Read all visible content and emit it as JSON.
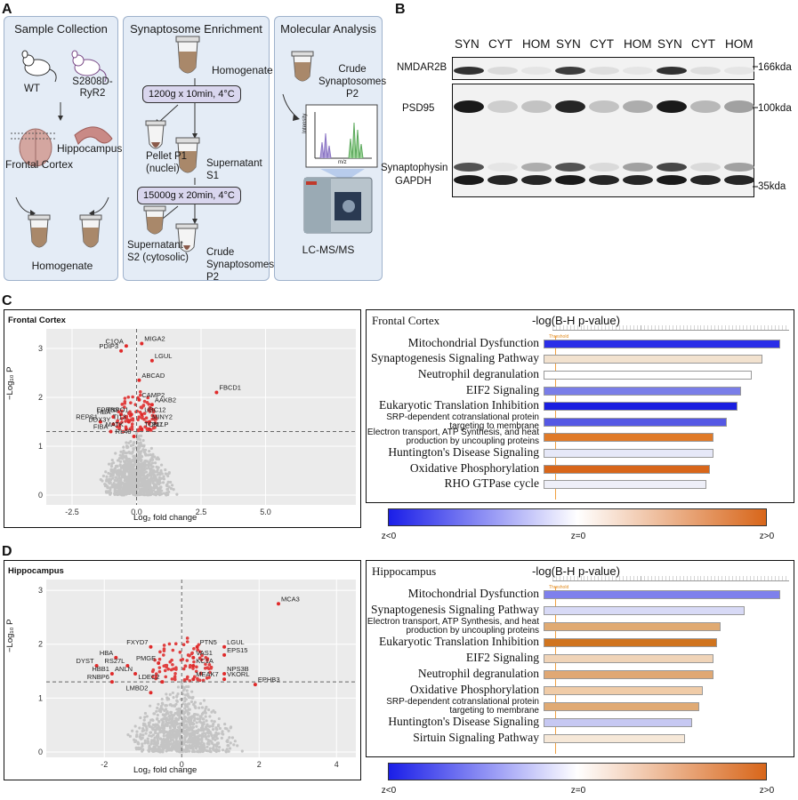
{
  "panels": {
    "a": "A",
    "b": "B",
    "c": "C",
    "d": "D"
  },
  "a": {
    "sample": {
      "title": "Sample Collection",
      "wt": "WT",
      "mut": "S2808D-\nRyR2",
      "frontal": "Frontal Cortex",
      "hippo": "Hippocampus",
      "homog": "Homogenate"
    },
    "syn": {
      "title": "Synaptosome Enrichment",
      "homog": "Homogenate",
      "spin1": "1200g x 10min, 4°C",
      "p1": "Pellet P1\n(nuclei)",
      "s1": "Supernatant\nS1",
      "spin2": "15000g x 20min, 4°C",
      "s2": "Supernatant\nS2 (cytosolic)",
      "p2": "Crude\nSynaptosomes\nP2"
    },
    "mol": {
      "title": "Molecular Analysis",
      "p2": "Crude\nSynaptosomes\nP2",
      "ylab": "Intensity",
      "xlab": "m/z",
      "lcms": "LC-MS/MS"
    }
  },
  "b": {
    "lanes": [
      "SYN",
      "CYT",
      "HOM",
      "SYN",
      "CYT",
      "HOM",
      "SYN",
      "CYT",
      "HOM"
    ],
    "proteins": [
      "NMDAR2B",
      "PSD95",
      "Synaptophysin",
      "GAPDH"
    ],
    "markers": [
      "166kda",
      "100kda",
      "35kda"
    ],
    "bands": {
      "nmdar2b": [
        0.85,
        0.1,
        0.05,
        0.8,
        0.08,
        0.05,
        0.85,
        0.08,
        0.05
      ],
      "psd95": [
        0.95,
        0.15,
        0.2,
        0.9,
        0.2,
        0.3,
        0.95,
        0.25,
        0.35
      ],
      "syp": [
        0.7,
        0.05,
        0.3,
        0.7,
        0.1,
        0.35,
        0.75,
        0.1,
        0.35
      ],
      "gapdh": [
        0.95,
        0.9,
        0.9,
        0.95,
        0.9,
        0.9,
        0.95,
        0.9,
        0.9
      ]
    }
  },
  "c": {
    "title": "Frontal Cortex",
    "ylabel": "−Log₁₀ P",
    "xlabel": "Log₂ fold change",
    "ipa_title": "Frontal Cortex",
    "ipa_axis": "-log(B-H p-value)",
    "threshold": "Threshold",
    "z_labels": [
      "z<0",
      "z=0",
      "z>0"
    ]
  },
  "d": {
    "title": "Hippocampus",
    "ylabel": "−Log₁₀ P",
    "xlabel": "Log₂ fold change",
    "ipa_title": "Hippocampus",
    "ipa_axis": "-log(B-H p-value)",
    "threshold": "Threshold",
    "z_labels": [
      "z<0",
      "z=0",
      "z>0"
    ]
  },
  "chart_data": [
    {
      "type": "scatter",
      "title": "Frontal Cortex",
      "xlabel": "Log₂ fold change",
      "ylabel": "−Log₁₀ P",
      "xlim": [
        -3.5,
        8.5
      ],
      "ylim": [
        -0.2,
        3.4
      ],
      "xticks": [
        "-2.5",
        "0.0",
        "2.5",
        "5.0"
      ],
      "xtick_values": [
        -2.5,
        0,
        2.5,
        5.0
      ],
      "yticks": [
        "0",
        "1",
        "2",
        "3"
      ],
      "threshold_y": 1.3,
      "threshold_x": 0,
      "labeled_points": [
        {
          "label": "C1QA",
          "x": -0.4,
          "y": 3.05
        },
        {
          "label": "PDIP3",
          "x": -0.6,
          "y": 2.95
        },
        {
          "label": "MIGA2",
          "x": 0.2,
          "y": 3.1
        },
        {
          "label": "LGUL",
          "x": 0.6,
          "y": 2.75
        },
        {
          "label": "ABCAD",
          "x": 0.1,
          "y": 2.35
        },
        {
          "label": "FBCD1",
          "x": 3.1,
          "y": 2.1
        },
        {
          "label": "CAMP2",
          "x": 0.1,
          "y": 1.95
        },
        {
          "label": "AAKB2",
          "x": 0.6,
          "y": 1.85
        },
        {
          "label": "EPHB3",
          "x": -0.6,
          "y": 1.65
        },
        {
          "label": "TNPO1",
          "x": -0.2,
          "y": 1.65
        },
        {
          "label": "UBC12",
          "x": 0.2,
          "y": 1.65
        },
        {
          "label": "HBA",
          "x": -0.9,
          "y": 1.6
        },
        {
          "label": "TI13",
          "x": -0.3,
          "y": 1.5
        },
        {
          "label": "REPS1",
          "x": -1.4,
          "y": 1.5
        },
        {
          "label": "DDX3Y",
          "x": -0.9,
          "y": 1.45
        },
        {
          "label": "MINY2",
          "x": 0.5,
          "y": 1.5
        },
        {
          "label": "FIBA",
          "x": -1.0,
          "y": 1.3
        },
        {
          "label": "MATK",
          "x": -0.4,
          "y": 1.35
        },
        {
          "label": "TOM7",
          "x": 0.2,
          "y": 1.35
        },
        {
          "label": "PLLP",
          "x": 0.5,
          "y": 1.35
        },
        {
          "label": "RL40",
          "x": -0.1,
          "y": 1.2
        }
      ]
    },
    {
      "type": "bar",
      "title": "Frontal Cortex",
      "xlabel": "-log(B-H p-value)",
      "categories": [
        "Mitochondrial Dysfunction",
        "Synaptogenesis Signaling Pathway",
        "Neutrophil degranulation",
        "EIF2 Signaling",
        "Eukaryotic Translation Inhibition",
        "SRP-dependent cotranslational protein targeting to membrane",
        "Electron transport, ATP Synthesis, and heat production by uncoupling proteins",
        "Huntington's Disease Signaling",
        "Oxidative Phosphorylation",
        "RHO GTPase cycle"
      ],
      "values": [
        67,
        62,
        59,
        56,
        55,
        52,
        48,
        48,
        47,
        46
      ],
      "z_colors": [
        "#2a2ee8",
        "#f2e2cf",
        "#ffffff",
        "#7a7ee8",
        "#1a1ee0",
        "#5558e4",
        "#e07a28",
        "#e6e8f8",
        "#d8661a",
        "#eeeff8"
      ]
    },
    {
      "type": "scatter",
      "title": "Hippocampus",
      "xlabel": "Log₂ fold change",
      "ylabel": "−Log₁₀ P",
      "xlim": [
        -3.5,
        4.5
      ],
      "ylim": [
        -0.1,
        3.2
      ],
      "xticks": [
        "-2",
        "0",
        "2",
        "4"
      ],
      "xtick_values": [
        -2,
        0,
        2,
        4
      ],
      "yticks": [
        "0",
        "1",
        "2",
        "3"
      ],
      "threshold_y": 1.3,
      "threshold_x": 0,
      "labeled_points": [
        {
          "label": "MCA3",
          "x": 2.5,
          "y": 2.75
        },
        {
          "label": "FXYD7",
          "x": -0.8,
          "y": 1.95
        },
        {
          "label": "PTN5",
          "x": 0.4,
          "y": 1.95
        },
        {
          "label": "LGUL",
          "x": 1.1,
          "y": 1.95
        },
        {
          "label": "EPS15",
          "x": 1.1,
          "y": 1.8
        },
        {
          "label": "HBA",
          "x": -1.7,
          "y": 1.75
        },
        {
          "label": "DYST",
          "x": -2.2,
          "y": 1.6
        },
        {
          "label": "RS27L",
          "x": -1.4,
          "y": 1.6
        },
        {
          "label": "PMGE",
          "x": -0.6,
          "y": 1.65
        },
        {
          "label": "VAS1",
          "x": 0.3,
          "y": 1.75
        },
        {
          "label": "KC1A",
          "x": 0.3,
          "y": 1.6
        },
        {
          "label": "HBB1",
          "x": -1.8,
          "y": 1.45
        },
        {
          "label": "ANLN",
          "x": -1.2,
          "y": 1.45
        },
        {
          "label": "NPS3B",
          "x": 1.1,
          "y": 1.45
        },
        {
          "label": "RNBP6",
          "x": -1.8,
          "y": 1.3
        },
        {
          "label": "LDEC2",
          "x": -0.5,
          "y": 1.3
        },
        {
          "label": "MEAK7",
          "x": 0.3,
          "y": 1.35
        },
        {
          "label": "VKORL",
          "x": 1.1,
          "y": 1.35
        },
        {
          "label": "EPHB3",
          "x": 1.9,
          "y": 1.25
        },
        {
          "label": "LMBD2",
          "x": -0.8,
          "y": 1.1
        }
      ]
    },
    {
      "type": "bar",
      "title": "Hippocampus",
      "xlabel": "-log(B-H p-value)",
      "categories": [
        "Mitochondrial Dysfunction",
        "Synaptogenesis Signaling Pathway",
        "Electron transport, ATP Synthesis, and heat production by uncoupling proteins",
        "Eukaryotic Translation Inhibition",
        "EIF2 Signaling",
        "Neutrophil degranulation",
        "Oxidative Phosphorylation",
        "SRP-dependent cotranslational protein targeting to membrane",
        "Huntington's Disease Signaling",
        "Sirtuin Signaling Pathway"
      ],
      "values": [
        67,
        57,
        50,
        49,
        48,
        48,
        45,
        44,
        42,
        40
      ],
      "z_colors": [
        "#7e80ec",
        "#d8daf6",
        "#e0aa72",
        "#d0741e",
        "#f0d4b8",
        "#e0a874",
        "#f0cca8",
        "#e0aa74",
        "#c6c8f2",
        "#f6e8d8"
      ]
    }
  ]
}
